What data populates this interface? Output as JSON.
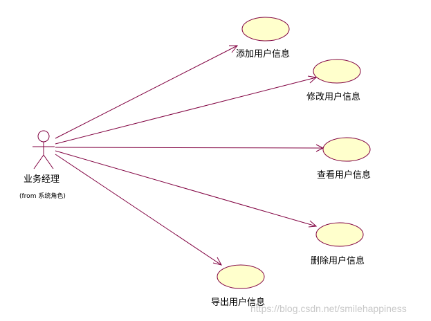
{
  "actor": {
    "name": "业务经理",
    "stereotype": "(from 系统角色)"
  },
  "use_cases": [
    {
      "id": "add",
      "label": "添加用户信息"
    },
    {
      "id": "edit",
      "label": "修改用户信息"
    },
    {
      "id": "view",
      "label": "查看用户信息"
    },
    {
      "id": "delete",
      "label": "删除用户信息"
    },
    {
      "id": "export",
      "label": "导出用户信息"
    }
  ],
  "watermark": "https://blog.csdn.net/smilehappiness",
  "colors": {
    "line": "#800040",
    "ellipse_fill": "#ffffcc",
    "ellipse_stroke": "#800040",
    "actor": "#800040"
  }
}
